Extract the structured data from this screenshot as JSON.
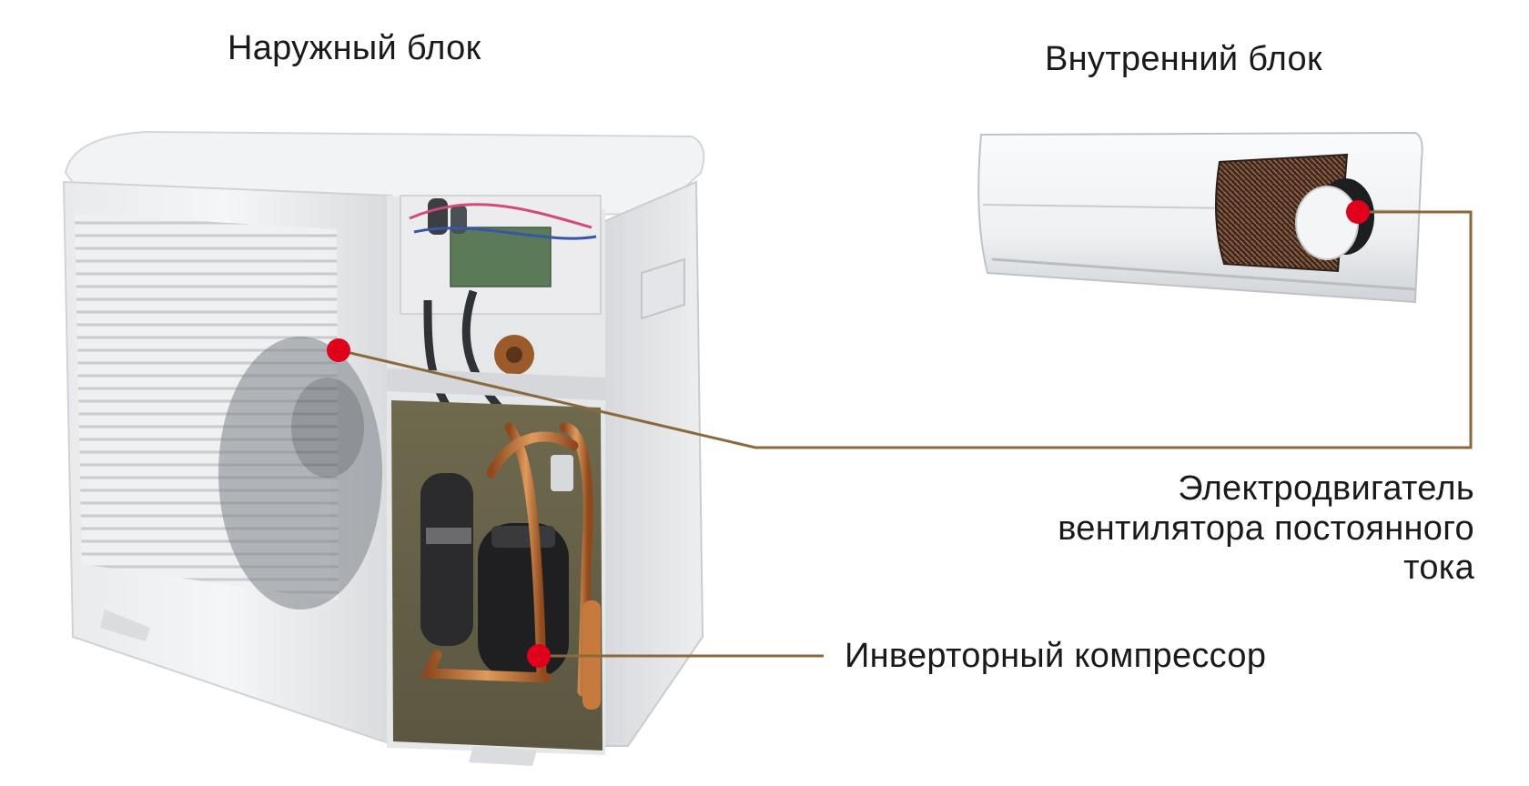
{
  "titles": {
    "outdoor_unit": "Наружный блок",
    "indoor_unit": "Внутренний блок"
  },
  "callouts": {
    "fan_motor": {
      "lines": [
        "Электродвигатель",
        "вентилятора постоянного",
        "тока"
      ]
    },
    "compressor": "Инверторный компрессор"
  },
  "colors": {
    "leader_line": "#8a6a3c",
    "marker": "#e0001b",
    "copper": "#c8743a"
  }
}
